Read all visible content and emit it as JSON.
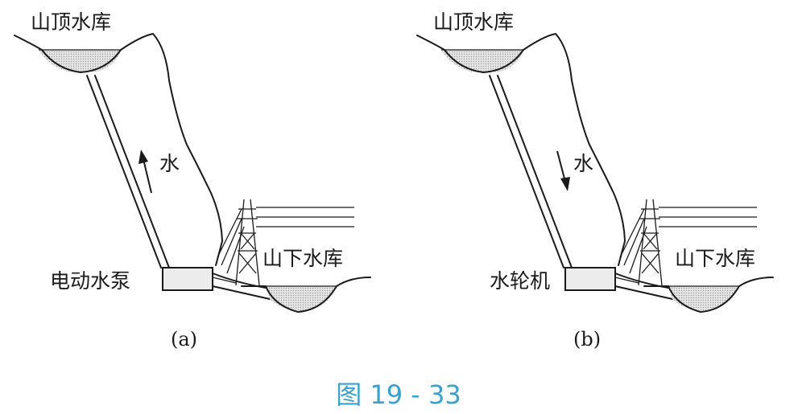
{
  "panels": [
    {
      "id": "a",
      "upper_reservoir_label": "山顶水库",
      "lower_reservoir_label": "山下水库",
      "machine_label": "电动水泵",
      "water_label": "水",
      "flow_direction": "up",
      "caption": "(a)"
    },
    {
      "id": "b",
      "upper_reservoir_label": "山顶水库",
      "lower_reservoir_label": "山下水库",
      "machine_label": "水轮机",
      "water_label": "水",
      "flow_direction": "down",
      "caption": "(b)"
    }
  ],
  "figure_caption": "图 19 - 33",
  "colors": {
    "ink": "#1a1a1a",
    "water_fill": "#d9d9d9",
    "caption_color": "#3aa0cf"
  }
}
